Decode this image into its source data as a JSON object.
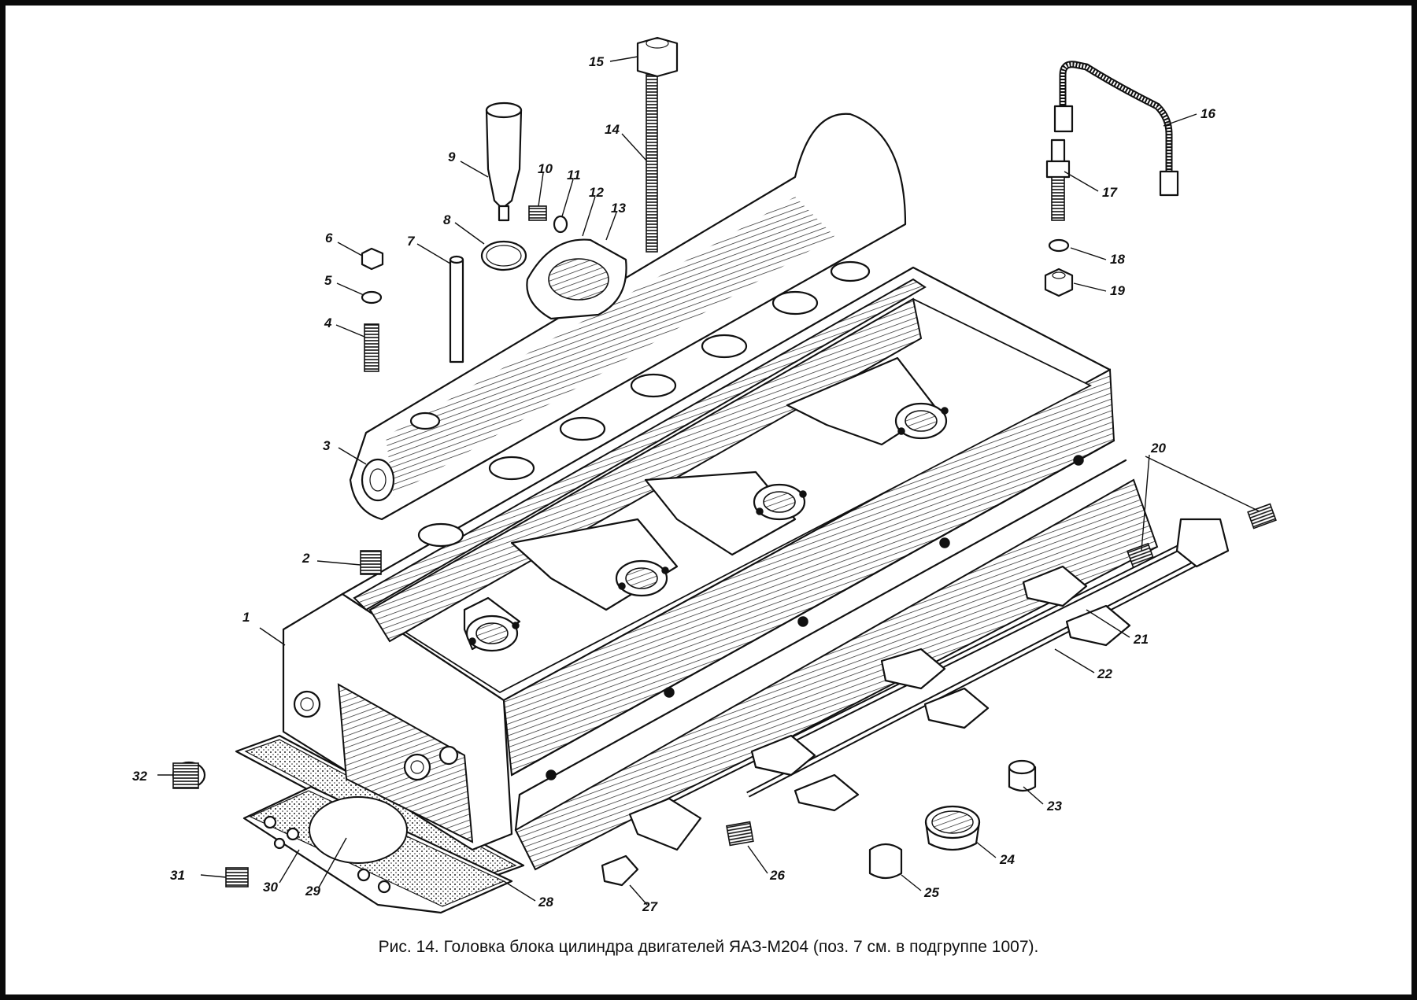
{
  "caption": "Рис. 14. Головка блока цилиндра двигателей ЯАЗ-М204 (поз. 7 см. в подгруппе 1007).",
  "callouts": [
    "1",
    "2",
    "3",
    "4",
    "5",
    "6",
    "7",
    "8",
    "9",
    "10",
    "11",
    "12",
    "13",
    "14",
    "15",
    "16",
    "17",
    "18",
    "19",
    "20",
    "21",
    "22",
    "23",
    "24",
    "25",
    "26",
    "27",
    "28",
    "29",
    "30",
    "31",
    "32"
  ]
}
